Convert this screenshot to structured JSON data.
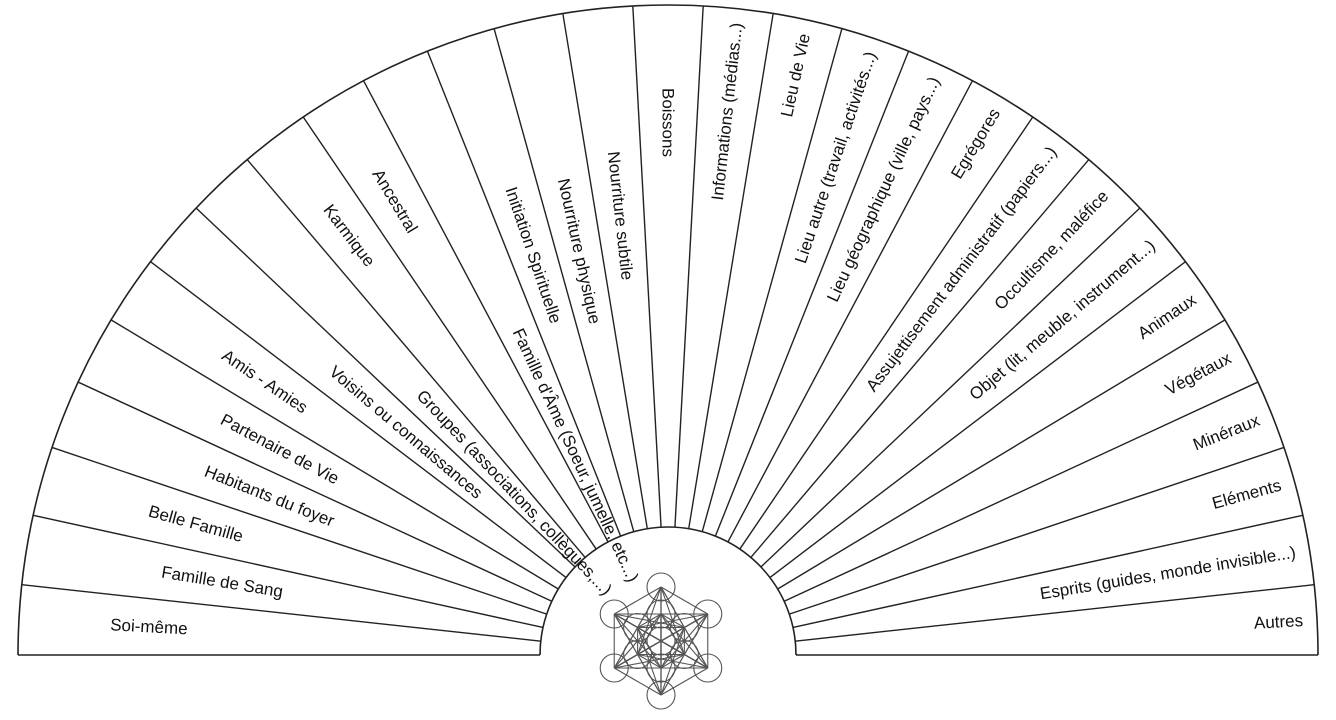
{
  "chart_data": {
    "type": "radial-fan",
    "sectors": [
      {
        "label": "Soi-même"
      },
      {
        "label": "Famille de Sang"
      },
      {
        "label": "Belle Famille"
      },
      {
        "label": "Habitants du foyer"
      },
      {
        "label": "Partenaire de Vie"
      },
      {
        "label": "Amis - Amies"
      },
      {
        "label": "Voisins ou connaissances"
      },
      {
        "label": "Groupes (associations, collègues,...)"
      },
      {
        "label": "Karmique"
      },
      {
        "label": "Ancestral"
      },
      {
        "label": "Famille d'Âme (Soeur, jumelle, etc...)"
      },
      {
        "label": "Initiation Spirituelle"
      },
      {
        "label": "Nourriture physique"
      },
      {
        "label": "Nourriture subtile"
      },
      {
        "label": "Boissons"
      },
      {
        "label": "Informations (médias...)"
      },
      {
        "label": "Lieu de Vie"
      },
      {
        "label": "Lieu autre (travail, activités...)"
      },
      {
        "label": "Lieu géographique (ville, pays...)"
      },
      {
        "label": "Egrégores"
      },
      {
        "label": "Assujettisement administratif (papiers...)"
      },
      {
        "label": "Occultisme, maléfice"
      },
      {
        "label": "Objet (lit, meuble, instrument...)"
      },
      {
        "label": "Animaux"
      },
      {
        "label": "Végétaux"
      },
      {
        "label": "Minéraux"
      },
      {
        "label": "Eléments"
      },
      {
        "label": "Esprits (guides, monde invisible...)"
      },
      {
        "label": "Autres"
      }
    ],
    "emblem": "metatron-cube-icon"
  },
  "colors": {
    "line": "#222222",
    "text": "#111111",
    "background": "#ffffff"
  }
}
